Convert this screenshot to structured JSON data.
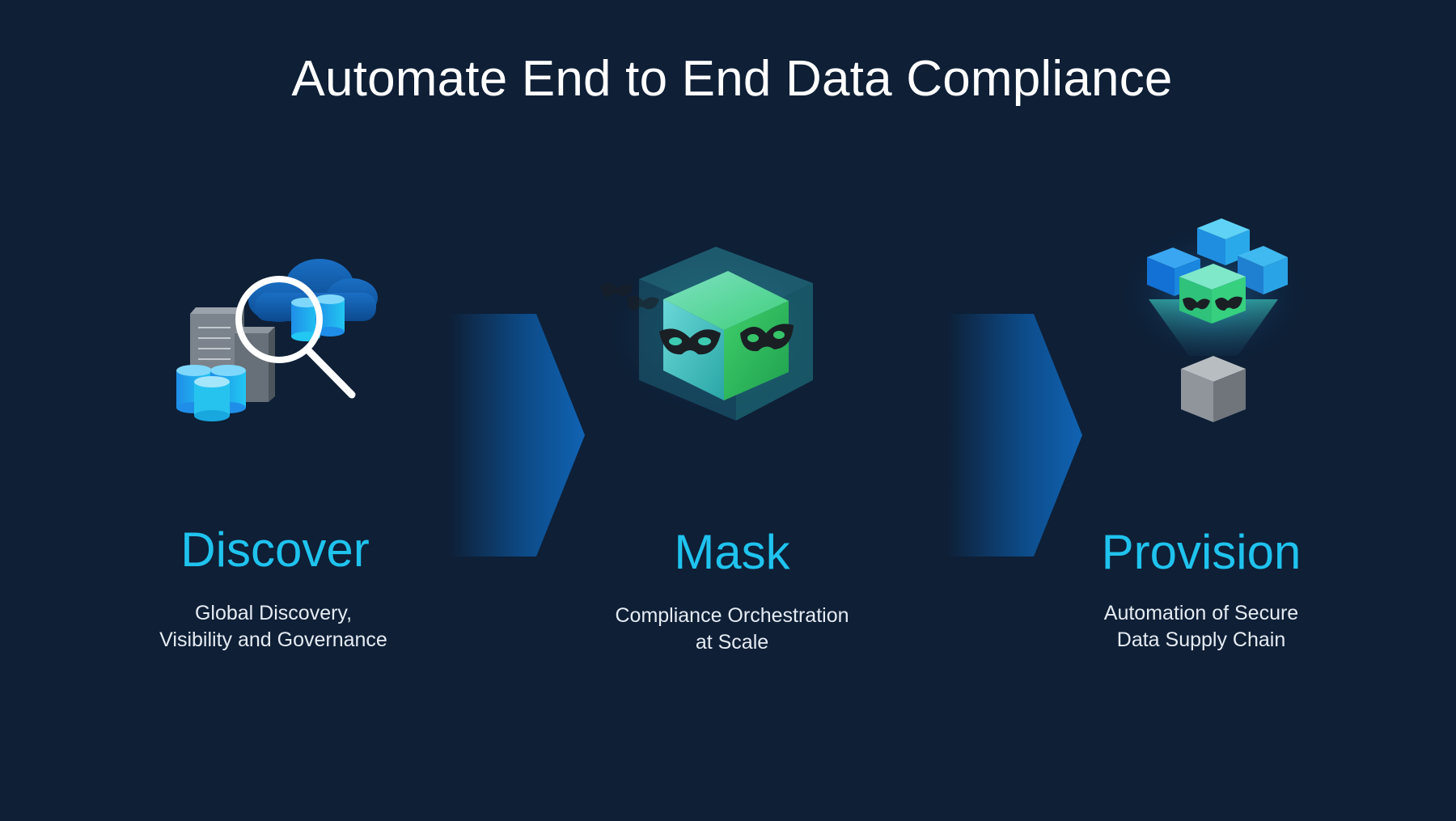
{
  "slide": {
    "title": "Automate End to End Data Compliance"
  },
  "stages": [
    {
      "heading": "Discover",
      "desc_line1": "Global Discovery,",
      "desc_line2": "Visibility and Governance",
      "icon": "database-search-icon"
    },
    {
      "heading": "Mask",
      "desc_line1": "Compliance Orchestration",
      "desc_line2": "at Scale",
      "icon": "masked-cube-icon"
    },
    {
      "heading": "Provision",
      "desc_line1": "Automation of Secure",
      "desc_line2": "Data Supply Chain",
      "icon": "cube-cluster-icon"
    }
  ],
  "colors": {
    "background": "#0e1f36",
    "accent": "#1fc3ee",
    "chevron": "#0f5fa8"
  }
}
